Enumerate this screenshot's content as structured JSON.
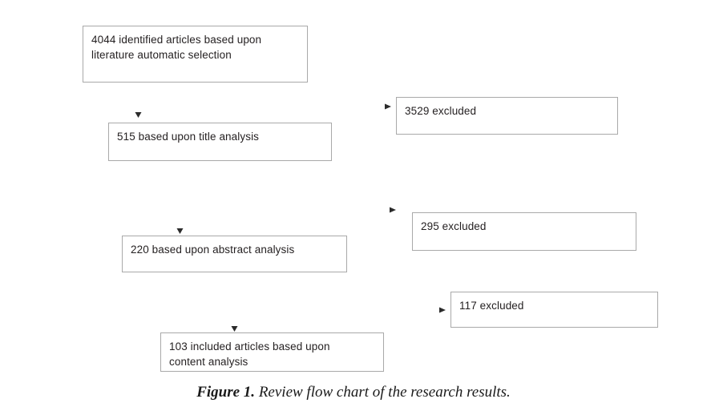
{
  "figure": {
    "caption_label": "Figure 1.",
    "caption_text": "Review flow chart of the research results.",
    "box_border_color": "#a9a9a9",
    "text_color": "#231f20",
    "connector_color": "#7f7f7f",
    "arrowhead_color": "#1a1a1a",
    "background_color": "#ffffff"
  },
  "chart_data": {
    "type": "diagram",
    "title": "Review flow chart of the research results.",
    "nodes": [
      {
        "id": "identified",
        "label": "4044 identified articles based upon\nliterature automatic selection",
        "count": 4044,
        "stage": "identification",
        "column": "included"
      },
      {
        "id": "title",
        "label": "515 based upon title analysis",
        "count": 515,
        "stage": "title screening",
        "column": "included"
      },
      {
        "id": "abstract",
        "label": "220 based upon abstract analysis",
        "count": 220,
        "stage": "abstract screening",
        "column": "included"
      },
      {
        "id": "included",
        "label": "103 included articles based upon\ncontent analysis",
        "count": 103,
        "stage": "content analysis",
        "column": "included"
      },
      {
        "id": "excluded-3529",
        "label": "3529 excluded",
        "count": 3529,
        "stage": "title screening",
        "column": "excluded"
      },
      {
        "id": "excluded-295",
        "label": "295 excluded",
        "count": 295,
        "stage": "abstract screening",
        "column": "excluded"
      },
      {
        "id": "excluded-117",
        "label": "117 excluded",
        "count": 117,
        "stage": "content analysis",
        "column": "excluded"
      }
    ],
    "edges": [
      {
        "from": "identified",
        "to": "title",
        "direction": "down"
      },
      {
        "from": "identified",
        "to": "excluded-3529",
        "direction": "right"
      },
      {
        "from": "title",
        "to": "abstract",
        "direction": "down"
      },
      {
        "from": "title",
        "to": "excluded-295",
        "direction": "right"
      },
      {
        "from": "abstract",
        "to": "included",
        "direction": "down"
      },
      {
        "from": "abstract",
        "to": "excluded-117",
        "direction": "right"
      }
    ]
  },
  "boxes": {
    "identified": "4044 identified articles based upon\nliterature automatic selection",
    "title": "515 based upon title analysis",
    "abstract": "220 based upon abstract analysis",
    "included": "103 included articles based upon\ncontent analysis",
    "excluded_3529": "3529 excluded",
    "excluded_295": "295 excluded",
    "excluded_117": "117 excluded"
  }
}
